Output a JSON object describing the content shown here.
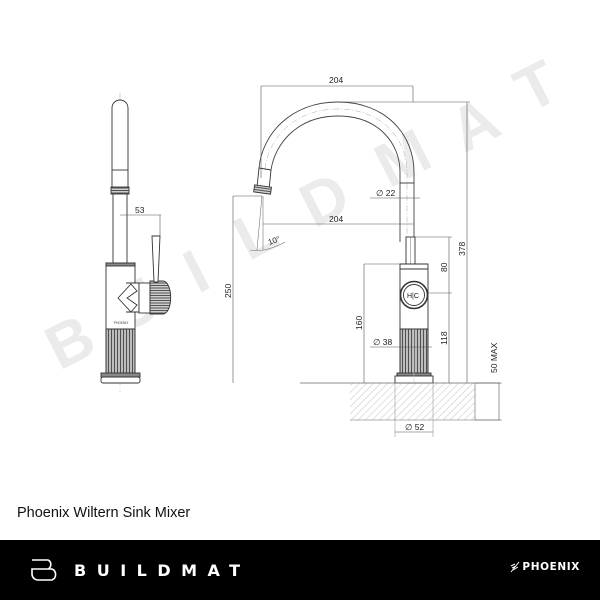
{
  "product": {
    "title": "Phoenix Wiltern Sink Mixer"
  },
  "footer": {
    "brand_name": "BUILDMAT",
    "brand_icon": "buildmat-b-logo-icon",
    "partner_name": "PHOENIX",
    "partner_icon": "phoenix-feather-icon"
  },
  "watermark": {
    "text": "BUILDMAT",
    "letters": [
      "B",
      "U",
      "I",
      "L",
      "D",
      "M",
      "A",
      "T"
    ]
  },
  "drawing": {
    "side_view": {
      "handle_offset": "53",
      "body_label": "PHOENIX"
    },
    "front_view": {
      "spout_reach_top": "204",
      "spout_reach_outlet": "204",
      "spout_diameter": "∅ 22",
      "spout_angle": "10°",
      "outlet_height": "250",
      "handle_height": "80",
      "total_height": "378",
      "body_height": "160",
      "base_to_handle": "118",
      "base_diameter": "∅ 38",
      "mount_diameter": "∅ 52",
      "max_bench_thickness": "50 MAX",
      "handle_marking": "H|C"
    }
  }
}
